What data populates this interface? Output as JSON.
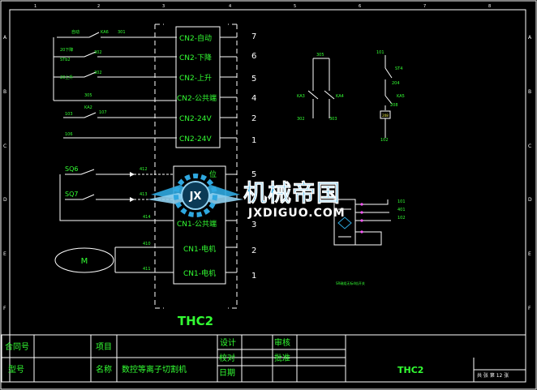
{
  "border": {
    "col_numbers": [
      "1",
      "2",
      "3",
      "4",
      "5",
      "6",
      "7",
      "8"
    ],
    "row_letters": [
      "A",
      "B",
      "C",
      "D",
      "E",
      "F"
    ]
  },
  "left_inputs": {
    "auto_label": "自动",
    "relay_ka6": "KA6",
    "wire_301": "301",
    "down_label": "20下降",
    "switch_label": "STb2",
    "wire_302a": "302",
    "up_label": "20上升",
    "wire_302b": "302",
    "wire_305": "305",
    "relay_ka2": "KA2",
    "wire_103": "103",
    "wire_107": "107",
    "wire_106": "106",
    "sq6": "SQ6",
    "sq7": "SQ7",
    "wire_412": "412",
    "wire_413": "413",
    "wire_414": "414",
    "wire_410": "410",
    "wire_411": "411",
    "motor": "M"
  },
  "cn2_terms": [
    "CN2-自动",
    "CN2-下降",
    "CN2-上升",
    "CN2-公共端",
    "CN2-24V",
    "CN2-24V"
  ],
  "cn2_pins": [
    "7",
    "6",
    "5",
    "4",
    "2",
    "1"
  ],
  "cn1_terms": [
    "位",
    "CN1-公共端",
    "CN1-电机",
    "CN1-电机"
  ],
  "cn1_pins": [
    "5",
    "3",
    "2",
    "1"
  ],
  "module_label": "THC2",
  "relay_block": {
    "w305": "305",
    "ka3": "KA3",
    "ka4": "KA4",
    "w302": "302",
    "w303": "303",
    "w101": "101",
    "st4": "ST4",
    "w204": "204",
    "ka5": "KA5",
    "w208": "208",
    "w102": "102"
  },
  "right_terms": {
    "t101": "101",
    "t401": "401",
    "t102": "102"
  },
  "note": "SR磁组无标4倍开关",
  "watermark": {
    "cn": "机械帝国",
    "en": "JXDIGUO.COM",
    "logo_letters": "JX"
  },
  "title_block": {
    "contract_no": "合同号",
    "item": "项目",
    "design": "设计",
    "review": "审核",
    "proof": "校对",
    "approve": "批准",
    "model": "型号",
    "name_label": "名称",
    "name_value": "数控等离子切割机",
    "date": "日期",
    "drawing": "THC2",
    "sheet": "共 张 第 12 张"
  },
  "colors": {
    "frame": "#ffffff",
    "wire": "#ffffff",
    "green": "#33ff33",
    "module_text": "#33ff33",
    "dash": "#ffffff",
    "watermark": "#2fa8e0",
    "magenta_dot": "#ff55ff",
    "yellow": "#ffff55"
  }
}
